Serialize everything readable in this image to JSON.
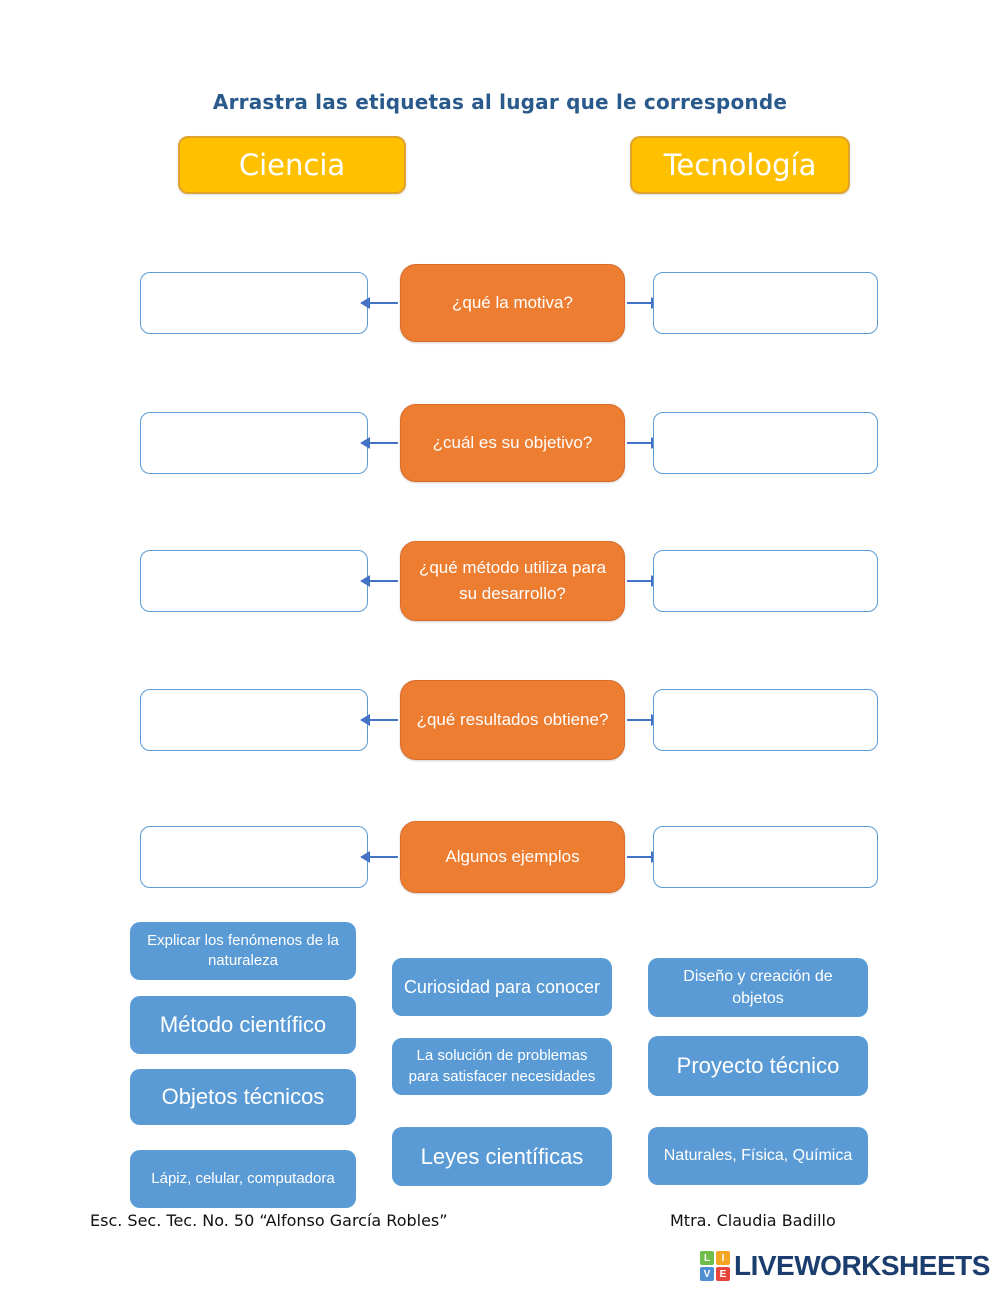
{
  "title": "Arrastra las etiquetas al lugar que le corresponde",
  "headers": {
    "left": "Ciencia",
    "right": "Tecnología"
  },
  "questions": [
    {
      "key": "motiva",
      "text": "¿qué la motiva?"
    },
    {
      "key": "objetivo",
      "text": "¿cuál es su objetivo?"
    },
    {
      "key": "metodo",
      "text": "¿qué método utiliza para su desarrollo?"
    },
    {
      "key": "resultados",
      "text": "¿qué resultados obtiene?"
    },
    {
      "key": "ejemplos",
      "text": "Algunos ejemplos"
    }
  ],
  "labels": {
    "col1": [
      "Explicar los fenómenos de la naturaleza",
      "Método científico",
      "Objetos técnicos",
      "Lápiz, celular, computadora"
    ],
    "col2": [
      "Curiosidad para conocer",
      "La solución de problemas para satisfacer necesidades",
      "Leyes científicas"
    ],
    "col3": [
      "Diseño y creación de objetos",
      "Proyecto técnico",
      "Naturales, Física, Química"
    ]
  },
  "footer": {
    "school": "Esc. Sec. Tec. No. 50 “Alfonso García Robles”",
    "teacher": "Mtra. Claudia Badillo"
  },
  "logo": {
    "text": "LIVEWORKSHEETS",
    "squares": [
      {
        "letter": "L"
      },
      {
        "letter": "I"
      },
      {
        "letter": "V"
      },
      {
        "letter": "E"
      }
    ]
  },
  "colors": {
    "title_text": "#2A5A8C",
    "header_fill": "#FFC000",
    "header_border": "#E0A42B",
    "question_fill": "#ED7D31",
    "question_border": "#D96C28",
    "drop_zone_border": "#5B9BD5",
    "arrow": "#4472C4",
    "tile_fill": "#5B9BD5",
    "logo_text": "#1B3E6F",
    "logo_l": "#6FBE4A",
    "logo_i": "#F5A623",
    "logo_v": "#4D8FD1",
    "logo_e": "#E8463C"
  }
}
